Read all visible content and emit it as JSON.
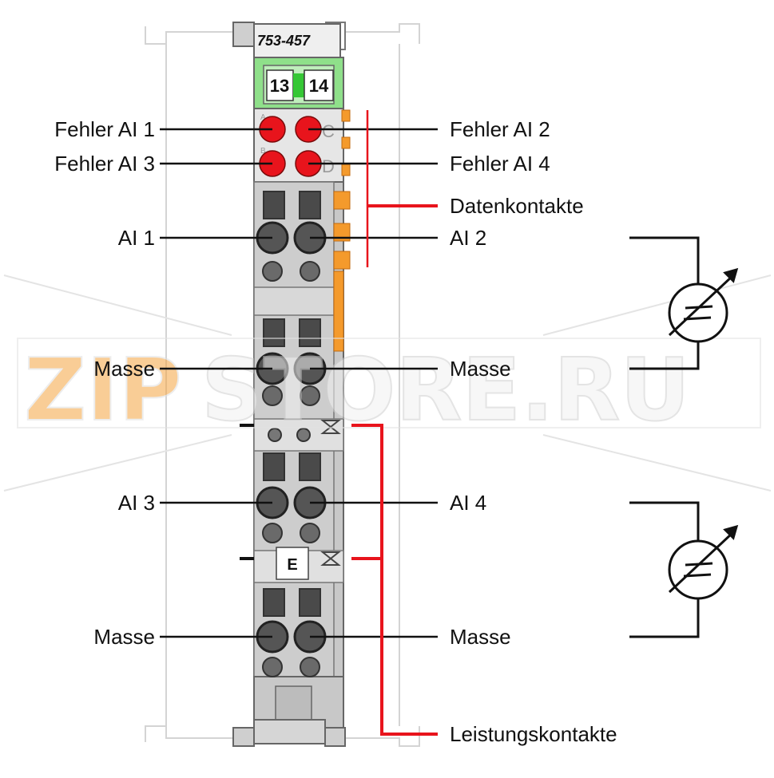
{
  "module": {
    "model": "753-457",
    "terminal_numbers": [
      "13",
      "14"
    ],
    "slot_label": "E",
    "led_letters": [
      "A",
      "B",
      "C",
      "D"
    ]
  },
  "labels": {
    "left": [
      "Fehler AI 1",
      "Fehler AI 3",
      "AI 1",
      "Masse",
      "AI 3",
      "Masse"
    ],
    "right": [
      "Fehler AI 2",
      "Fehler AI 4",
      "Datenkontakte",
      "AI 2",
      "Masse",
      "AI 4",
      "Masse",
      "Leistungskontakte"
    ]
  },
  "watermark": {
    "text_a": "ZIP",
    "text_b": "STORE.RU"
  },
  "colors": {
    "led_red": "#e8141c",
    "green_frame": "#8fe08a",
    "orange_contact": "#f49a2c",
    "red_bracket": "#e8141c",
    "housing_grey": "#d0d0d0",
    "watermark_orange": "#f5a542"
  },
  "icons": [
    "sensor-symbol-icon",
    "sensor-symbol-icon"
  ]
}
